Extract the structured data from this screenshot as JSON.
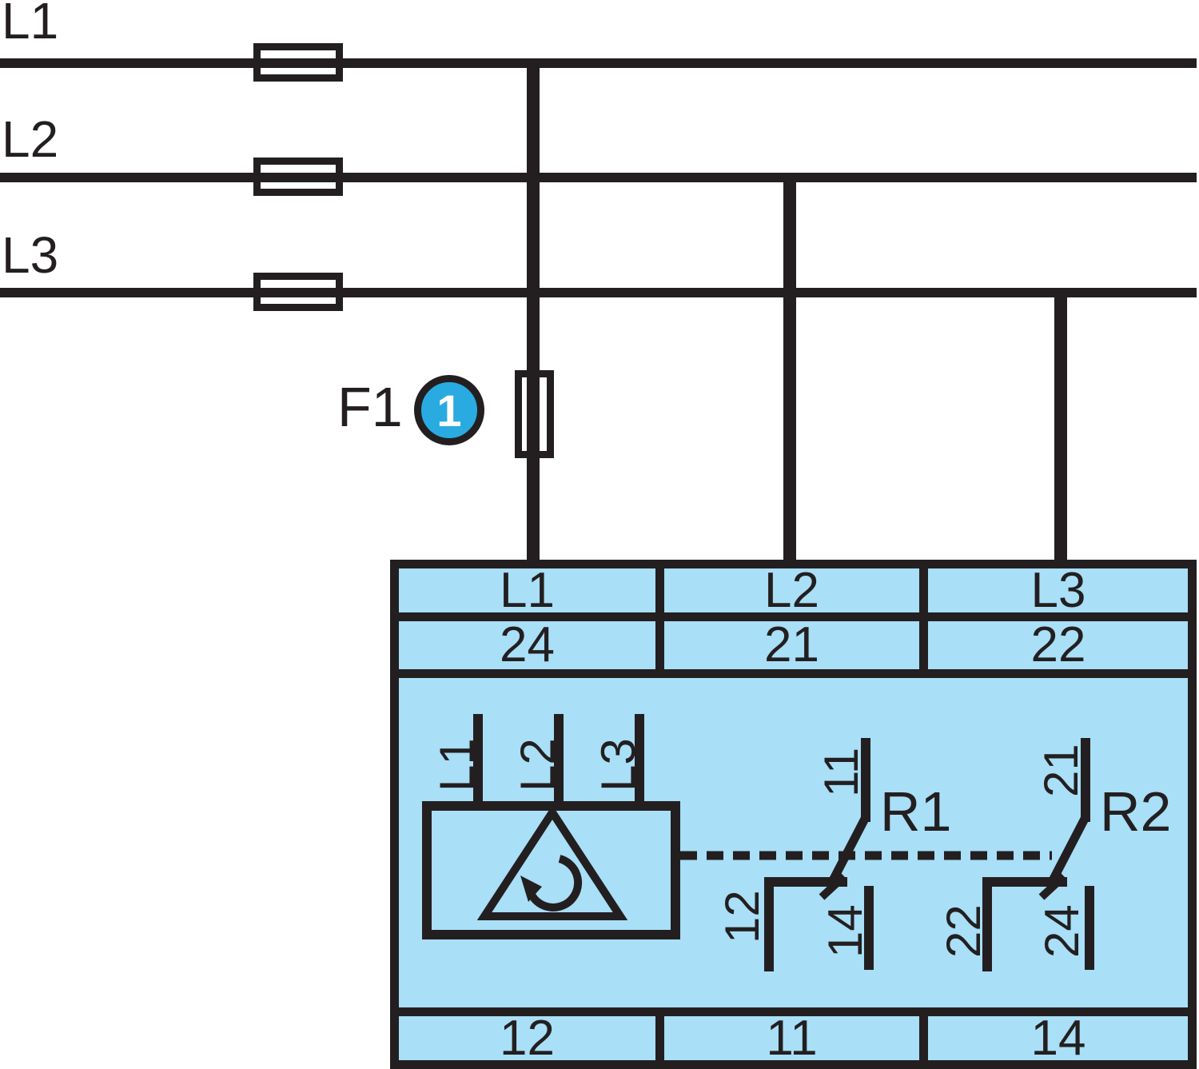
{
  "colors": {
    "line": "#231F20",
    "background": "#FFFFFF",
    "device_fill": "#A9DFF7",
    "callout_fill": "#29ABE2",
    "callout_text": "#FFFFFF"
  },
  "supply": {
    "phases": [
      {
        "label": "L1"
      },
      {
        "label": "L2"
      },
      {
        "label": "L3"
      }
    ]
  },
  "fuse": {
    "label": "F1",
    "callout": "1"
  },
  "device": {
    "top_terminals": [
      "L1",
      "L2",
      "L3"
    ],
    "mid_terminals": [
      "24",
      "21",
      "22"
    ],
    "bottom_terminals": [
      "12",
      "11",
      "14"
    ],
    "input_labels": [
      "L1",
      "L2",
      "L3"
    ],
    "relays": [
      {
        "name": "R1",
        "common": "11",
        "nc": "12",
        "no": "14"
      },
      {
        "name": "R2",
        "common": "21",
        "nc": "22",
        "no": "24"
      }
    ]
  }
}
